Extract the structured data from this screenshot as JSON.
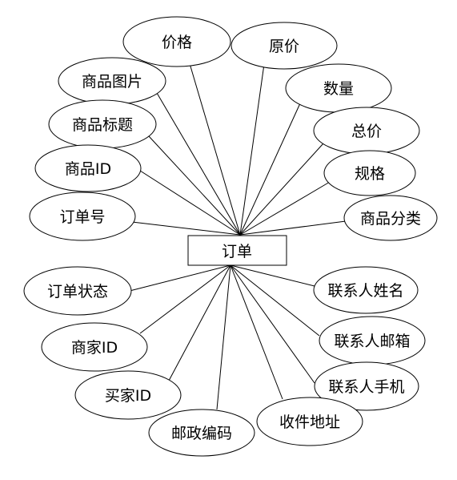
{
  "entity": {
    "label": "订单"
  },
  "attributes": [
    {
      "id": "price",
      "label": "价格"
    },
    {
      "id": "original-price",
      "label": "原价"
    },
    {
      "id": "product-image",
      "label": "商品图片"
    },
    {
      "id": "quantity",
      "label": "数量"
    },
    {
      "id": "product-title",
      "label": "商品标题"
    },
    {
      "id": "total-price",
      "label": "总价"
    },
    {
      "id": "product-id",
      "label": "商品ID"
    },
    {
      "id": "spec",
      "label": "规格"
    },
    {
      "id": "order-no",
      "label": "订单号"
    },
    {
      "id": "category",
      "label": "商品分类"
    },
    {
      "id": "order-status",
      "label": "订单状态"
    },
    {
      "id": "contact-name",
      "label": "联系人姓名"
    },
    {
      "id": "contact-email",
      "label": "联系人邮箱"
    },
    {
      "id": "merchant-id",
      "label": "商家ID"
    },
    {
      "id": "contact-phone",
      "label": "联系人手机"
    },
    {
      "id": "buyer-id",
      "label": "买家ID"
    },
    {
      "id": "address",
      "label": "收件地址"
    },
    {
      "id": "postcode",
      "label": "邮政编码"
    }
  ]
}
